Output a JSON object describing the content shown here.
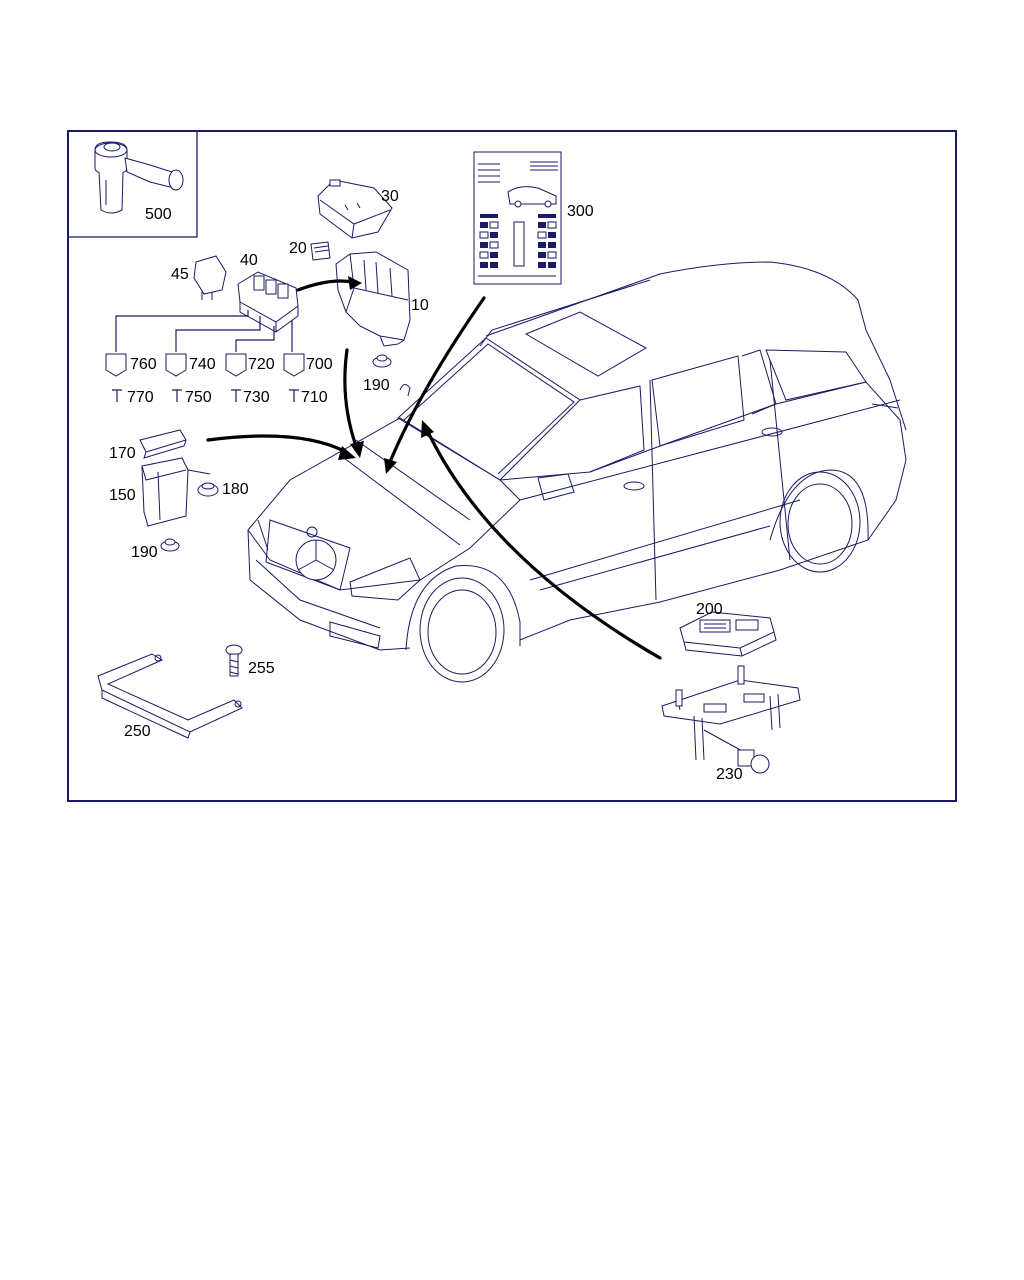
{
  "diagram": {
    "callouts": {
      "p500": "500",
      "p30": "30",
      "p300": "300",
      "p20": "20",
      "p40": "40",
      "p45": "45",
      "p10": "10",
      "p760": "760",
      "p740": "740",
      "p720": "720",
      "p700": "700",
      "p770": "770",
      "p750": "750",
      "p730": "730",
      "p710": "710",
      "p190a": "190",
      "p170": "170",
      "p150": "150",
      "p180": "180",
      "p190b": "190",
      "p200": "200",
      "p255": "255",
      "p250": "250",
      "p230": "230"
    }
  }
}
